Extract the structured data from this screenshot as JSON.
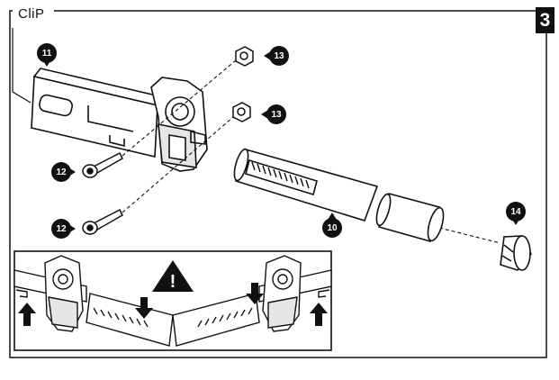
{
  "header": {
    "label": "CliP",
    "step": "3"
  },
  "callouts": {
    "c10": "10",
    "c11": "11",
    "c12": "12",
    "c13": "13",
    "c14": "14"
  },
  "inset": {
    "warning_symbol": "!"
  },
  "colors": {
    "ink": "#111111",
    "paper": "#ffffff",
    "shade": "#d8d8d8"
  },
  "icons": [
    "warning-triangle-icon",
    "arrow-up-icon",
    "arrow-down-icon"
  ]
}
